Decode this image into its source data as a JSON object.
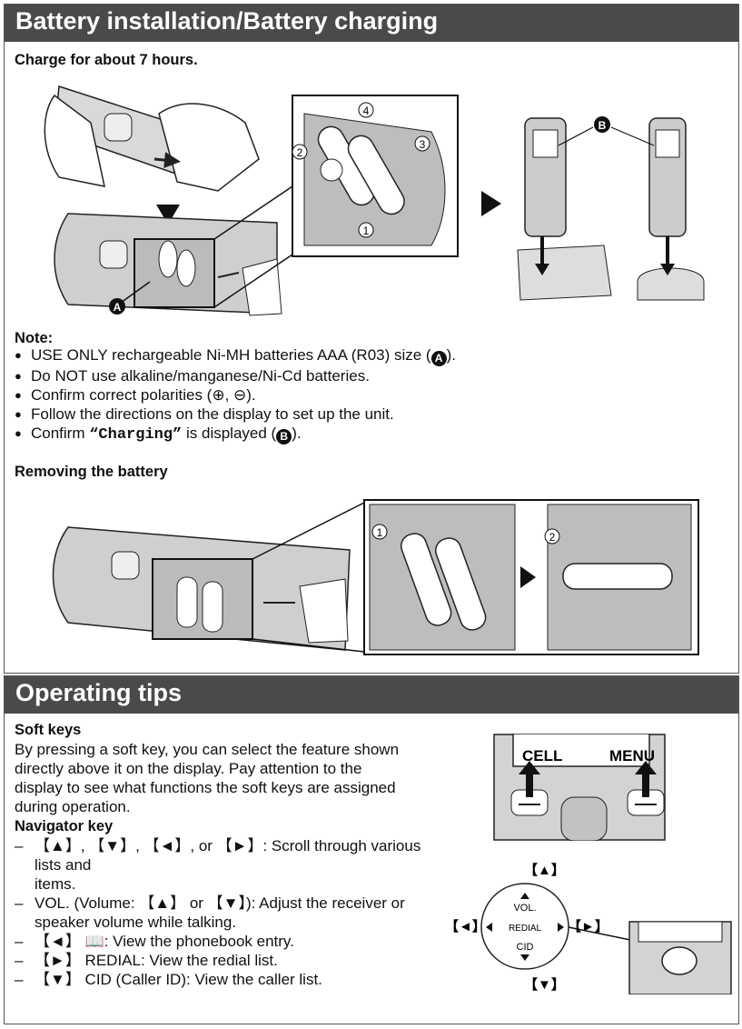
{
  "battery_section": {
    "title": "Battery installation/Battery charging",
    "charge_note": "Charge for about 7 hours.",
    "note_heading": "Note:",
    "notes": [
      {
        "text": "USE ONLY rechargeable Ni-MH batteries AAA (R03) size (",
        "ref": "A",
        "tail": ")."
      },
      {
        "text": "Do NOT use alkaline/manganese/Ni-Cd batteries."
      },
      {
        "text": "Confirm correct polarities (⊕, ⊖)."
      },
      {
        "text": "Follow the directions on the display to set up the unit."
      },
      {
        "pre": "Confirm ",
        "code": "“Charging”",
        "post": " is displayed (",
        "ref": "B",
        "tail": ")."
      }
    ],
    "removing_heading": "Removing the battery",
    "callouts": {
      "a": "A",
      "b": "B",
      "step1": "1",
      "step2": "2",
      "step3": "3",
      "step4": "4"
    }
  },
  "tips_section": {
    "title": "Operating tips",
    "soft_keys_heading": "Soft keys",
    "soft_keys_text": [
      "By pressing a soft key, you can select the feature shown",
      "directly above it on the display. Pay attention to the",
      "display to see what functions the soft keys are assigned",
      "during operation."
    ],
    "navigator_heading": "Navigator key",
    "navigator_items": [
      [
        "【▲】, 【▼】, 【◄】, or 【►】: Scroll through various lists and",
        "items."
      ],
      [
        "VOL. (Volume: 【▲】 or 【▼】): Adjust the receiver or",
        "speaker volume while talking."
      ],
      [
        "【◄】 📖: View the phonebook entry."
      ],
      [
        "【►】 REDIAL: View the redial list."
      ],
      [
        "【▼】 CID (Caller ID): View the caller list."
      ]
    ],
    "display_labels": {
      "cell": "CELL",
      "menu": "MENU"
    },
    "nav_labels": {
      "up": "【▲】",
      "down": "【▼】",
      "left": "【◄】",
      "right": "【►】",
      "vol": "VOL.",
      "redial": "REDIAL",
      "cid": "CID"
    }
  }
}
